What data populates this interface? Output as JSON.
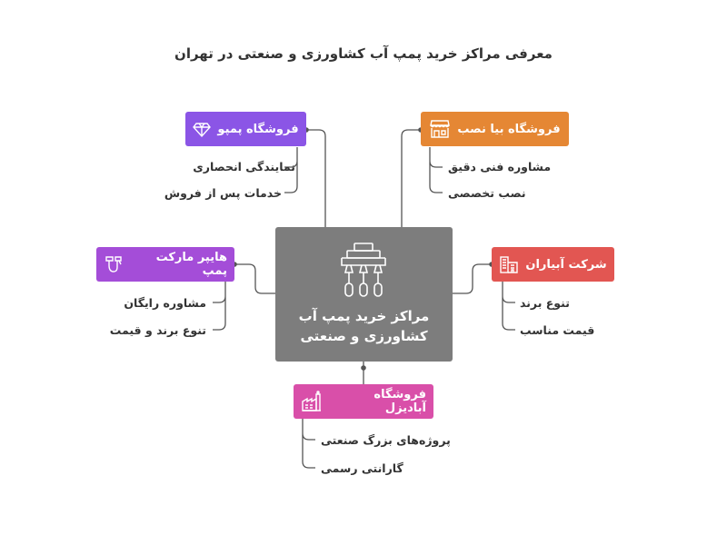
{
  "title": "معرفی مراکز خرید پمپ آب کشاورزی و صنعتی در تهران",
  "center": {
    "label_line1": "مراکز خرید پمپ آب",
    "label_line2": "کشاورزی و صنعتی",
    "icon": "stores-network-icon"
  },
  "branches": [
    {
      "key": "pampo",
      "label": "فروشگاه پمپو",
      "color": "#8b55e6",
      "icon": "gem-icon",
      "items": [
        "نمایندگی انحصاری",
        "خدمات پس از فروش"
      ]
    },
    {
      "key": "biyanasb",
      "label": "فروشگاه بیا نصب",
      "color": "#e58734",
      "icon": "storefront-icon",
      "items": [
        "مشاوره فنی دقیق",
        "نصب تخصصی"
      ]
    },
    {
      "key": "hypermarket",
      "label": "هایپر مارکت پمپ",
      "color": "#a44dd8",
      "icon": "pipe-tool-icon",
      "items": [
        "مشاوره رایگان",
        "تنوع برند و قیمت"
      ]
    },
    {
      "key": "abyaran",
      "label": "شرکت آبیاران",
      "color": "#e25652",
      "icon": "buildings-icon",
      "items": [
        "تنوع برند",
        "قیمت مناسب"
      ]
    },
    {
      "key": "abadizel",
      "label": "فروشگاه آبادیزل",
      "color": "#d94fa9",
      "icon": "factory-icon",
      "items": [
        "پروژه‌های بزرگ صنعتی",
        "گارانتی رسمی"
      ]
    }
  ]
}
